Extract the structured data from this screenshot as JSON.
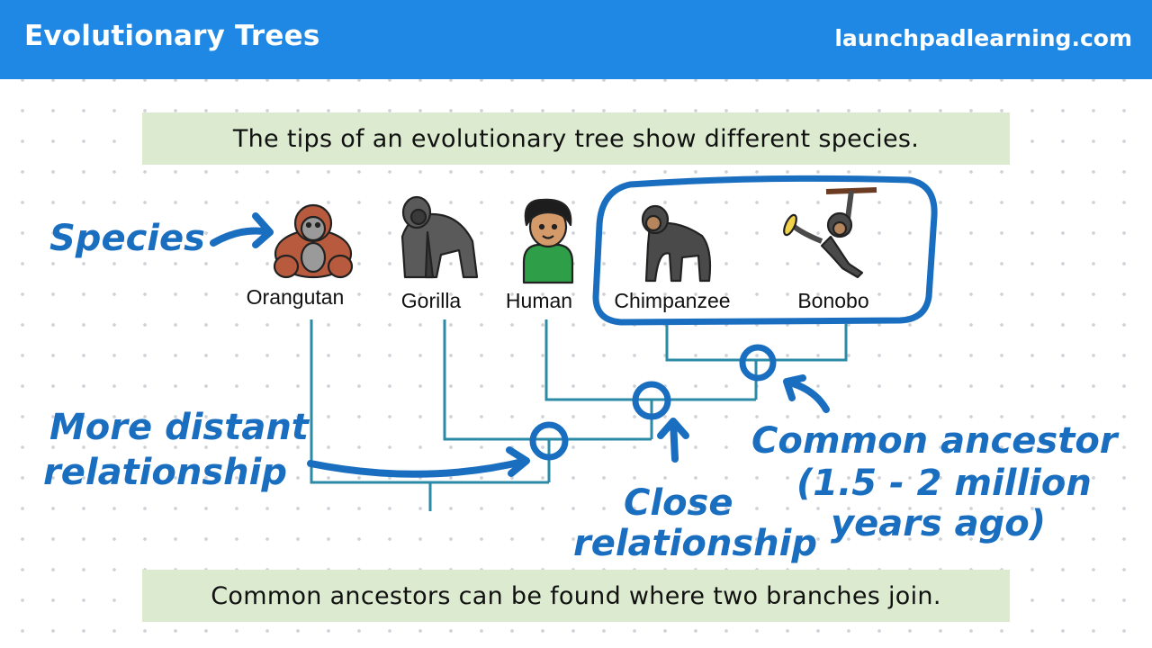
{
  "header": {
    "title": "Evolutionary Trees",
    "url": "launchpadlearning.com"
  },
  "banners": {
    "top": "The tips of an evolutionary tree show different species.",
    "bottom": "Common ancestors can be found where two branches join."
  },
  "species": [
    {
      "name": "Orangutan",
      "icon": "orangutan-icon"
    },
    {
      "name": "Gorilla",
      "icon": "gorilla-icon"
    },
    {
      "name": "Human",
      "icon": "human-icon"
    },
    {
      "name": "Chimpanzee",
      "icon": "chimpanzee-icon"
    },
    {
      "name": "Bonobo",
      "icon": "bonobo-icon"
    }
  ],
  "annotations": {
    "species": "Species",
    "distant_line1": "More distant",
    "distant_line2": "relationship",
    "close_line1": "Close",
    "close_line2": "relationship",
    "ancestor_line1": "Common ancestor",
    "ancestor_line2": "(1.5 - 2 million",
    "ancestor_line3": "years ago)"
  },
  "colors": {
    "header_bg": "#1f88e5",
    "banner_bg": "#dcebcf",
    "tree_lines": "#2b8aa6",
    "annotation_blue": "#1a6ec0"
  }
}
